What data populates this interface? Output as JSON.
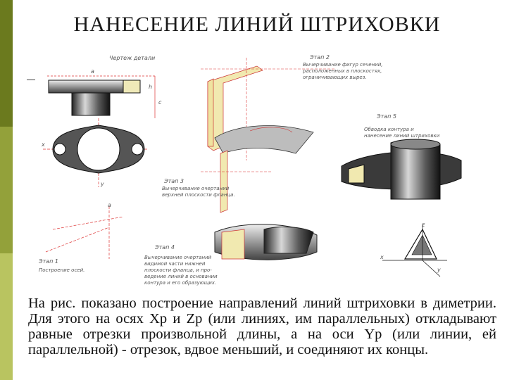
{
  "title": "НАНЕСЕНИЕ ЛИНИЙ ШТРИХОВКИ",
  "figure": {
    "drawing_caption": "Чертеж детали",
    "stage1_title": "Этап 1",
    "stage1_text": "Построение осей.",
    "stage2_title": "Этап 2",
    "stage2_text": [
      "Вычерчивание фигур сечений,",
      "расположенных в плоскостях,",
      "ограничивающих вырез."
    ],
    "stage3_title": "Этап 3",
    "stage3_text": [
      "Вычерчивание очертаний",
      "верхней плоскости фланца."
    ],
    "stage4_title": "Этап 4",
    "stage4_text": [
      "Вычерчивание очертаний",
      "видимой части нижней",
      "плоскости фланца, и про-",
      "ведение линий в основании",
      "контура и его образующих."
    ],
    "stage5_title": "Этап 5",
    "stage5_text": [
      "Обводка контура и",
      "нанесение линий штриховки"
    ],
    "labels": {
      "a": "a",
      "h": "h",
      "c": "c",
      "x": "x",
      "y": "y",
      "z": "z",
      "a_lower": "a"
    }
  },
  "paragraph": "На рис. показано построение направлений линий штриховки в диметрии. Для этого на осях Хр и Zр (или линиях, им параллельных) откладывают равные отрезки произвольной длины, а на оси Yр (или линии, ей параллельной) - отрезок, вдвое меньший, и соединяют их концы."
}
